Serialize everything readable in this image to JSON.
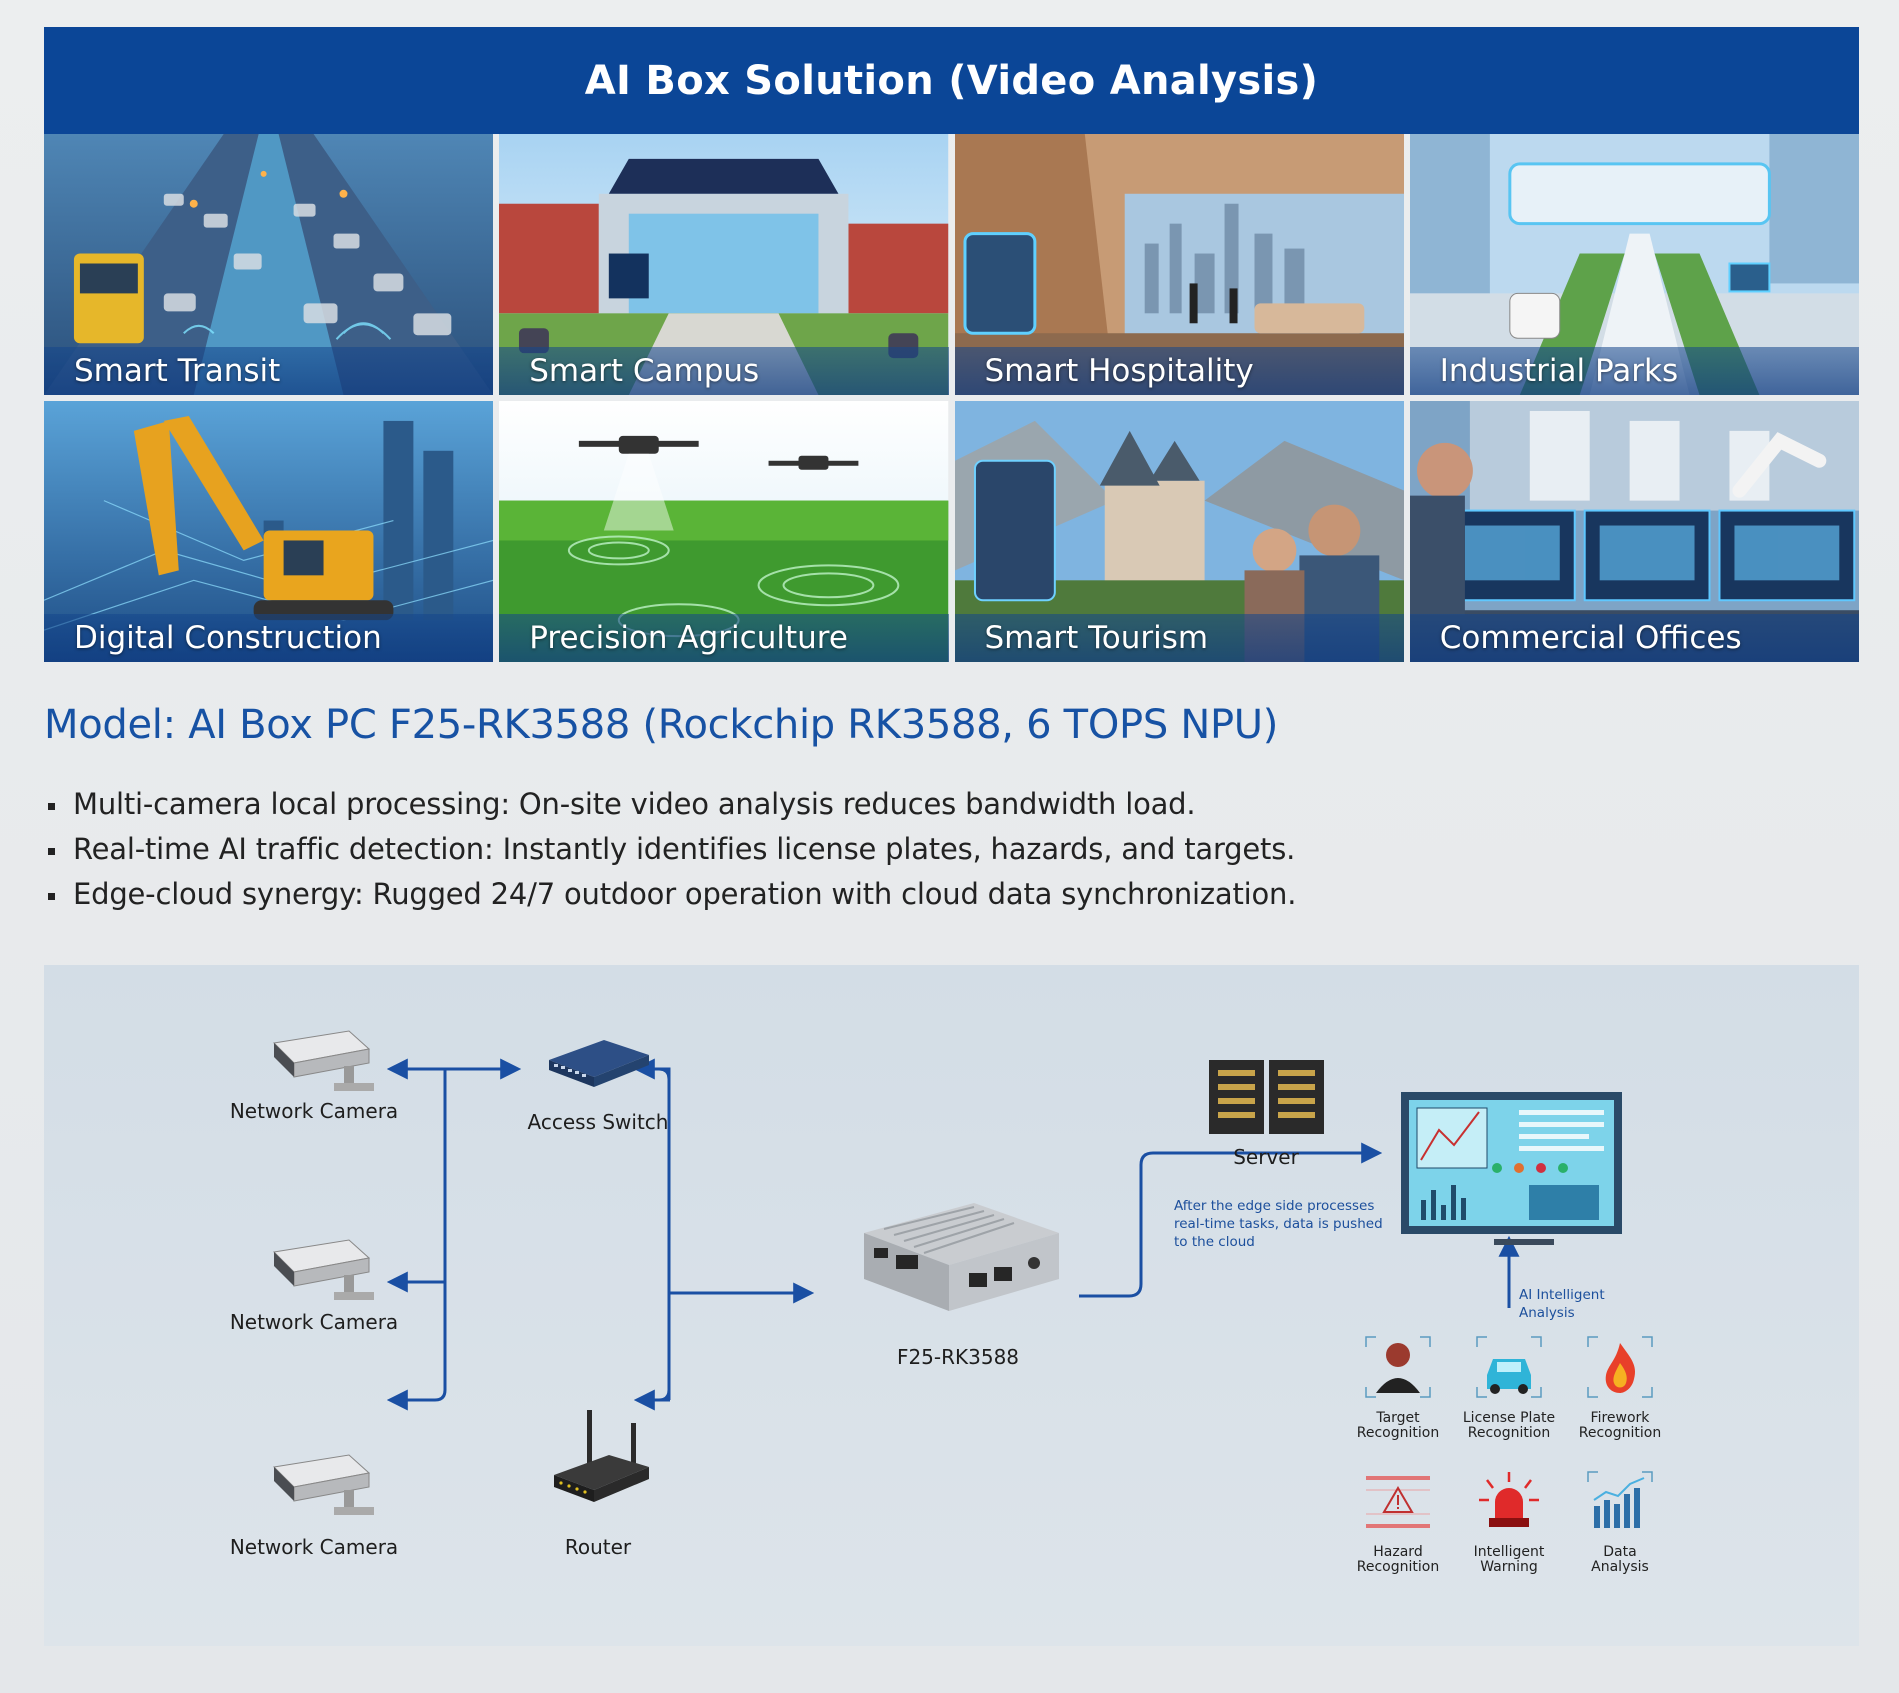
{
  "header": {
    "title": "AI Box Solution (Video Analysis)"
  },
  "scenarios": [
    {
      "label": "Smart Transit"
    },
    {
      "label": "Smart Campus"
    },
    {
      "label": "Smart Hospitality"
    },
    {
      "label": "Industrial Parks"
    },
    {
      "label": "Digital Construction"
    },
    {
      "label": "Precision Agriculture"
    },
    {
      "label": "Smart Tourism"
    },
    {
      "label": "Commercial Offices"
    }
  ],
  "model": {
    "title": "Model: AI Box PC F25-RK3588 (Rockchip RK3588, 6 TOPS NPU)"
  },
  "features": [
    "Multi-camera local processing: On-site video analysis reduces bandwidth load.",
    "Real-time AI traffic detection: Instantly identifies license plates, hazards, and targets.",
    "Edge-cloud synergy: Rugged 24/7 outdoor operation with cloud data synchronization."
  ],
  "diagram": {
    "cameras": [
      "Network Camera",
      "Network Camera",
      "Network Camera"
    ],
    "access_switch": "Access Switch",
    "router": "Router",
    "device": "F25-RK3588",
    "server": "Server",
    "cloud_note": [
      "After the edge side processes",
      "real-time tasks, data is pushed",
      "to the cloud"
    ],
    "analysis_label": [
      "AI Intelligent",
      "Analysis"
    ],
    "functions": [
      {
        "line1": "Target",
        "line2": "Recognition",
        "icon": "person-icon"
      },
      {
        "line1": "License Plate",
        "line2": "Recognition",
        "icon": "car-icon"
      },
      {
        "line1": "Firework",
        "line2": "Recognition",
        "icon": "fire-icon"
      },
      {
        "line1": "Hazard",
        "line2": "Recognition",
        "icon": "warning-icon"
      },
      {
        "line1": "Intelligent",
        "line2": "Warning",
        "icon": "alarm-icon"
      },
      {
        "line1": "Data",
        "line2": "Analysis",
        "icon": "bar-chart-icon"
      }
    ]
  },
  "colors": {
    "header": "#0b4697",
    "model_text": "#1752a4",
    "connector": "#1a4fa3"
  }
}
